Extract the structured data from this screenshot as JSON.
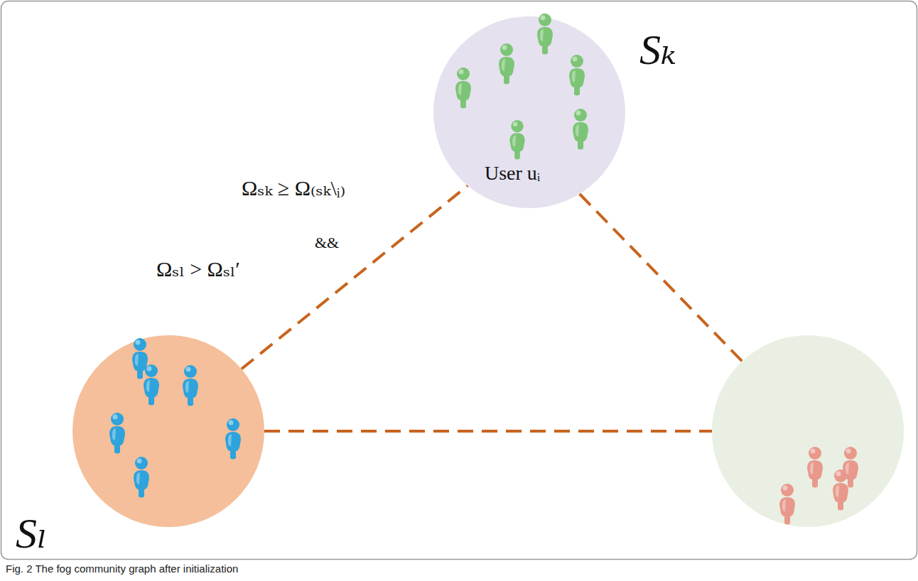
{
  "diagram": {
    "caption": "Fig. 2 The fog community graph after initialization",
    "nodes": [
      {
        "text": [
          "Sₖ",
          "User uᵢ"
        ]
      },
      {
        "text": [
          "Sₗ"
        ]
      },
      {
        "text": []
      }
    ],
    "edges": [
      {
        "from": 1,
        "to": 0,
        "arrow": "none"
      },
      {
        "from": 0,
        "to": 2,
        "arrow": "none"
      },
      {
        "from": 1,
        "to": 2,
        "arrow": "none"
      }
    ],
    "labels": [
      "Ωₛₖ ≥ Ω₍ₛₖ\\ᵢ₎",
      "&&",
      "Ωₛₗ > Ωₛₗ′"
    ]
  }
}
